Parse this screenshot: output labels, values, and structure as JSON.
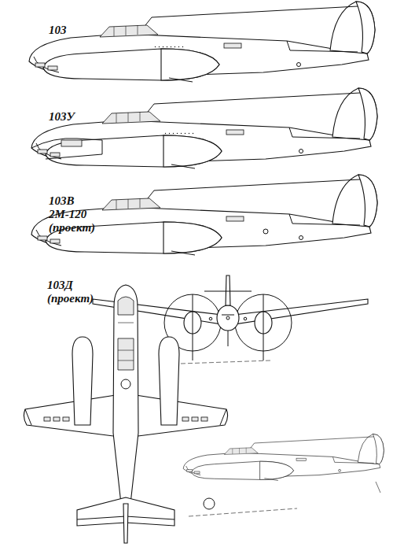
{
  "diagram": {
    "labels": [
      "103",
      "103У",
      "103В",
      "2М-120",
      "(проект)",
      "103Д",
      "(проект)"
    ]
  }
}
